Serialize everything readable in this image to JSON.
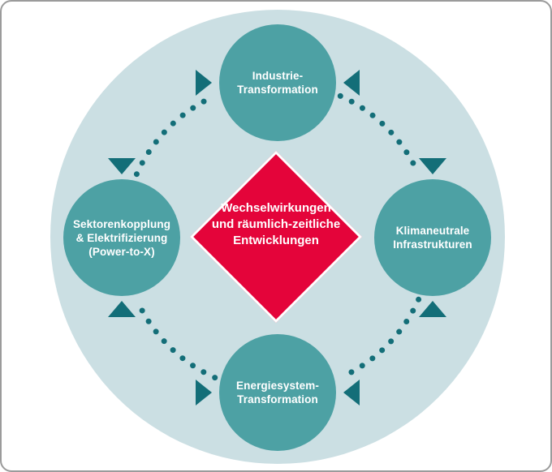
{
  "diagram": {
    "center_label": "Wechselwirkungen\nund räumlich-zeitliche\nEntwicklungen",
    "nodes": {
      "top": {
        "label": "Industrie-\nTransformation"
      },
      "right": {
        "label": "Klimaneutrale\nInfrastrukturen"
      },
      "bottom": {
        "label": "Energiesystem-\nTransformation"
      },
      "left": {
        "label": "Sektorenkopplung\n& Elektrifizierung\n(Power-to-X)"
      }
    },
    "connections": [
      {
        "from": "left",
        "to": "top",
        "bidirectional": true,
        "style": "dotted-arc"
      },
      {
        "from": "top",
        "to": "right",
        "bidirectional": true,
        "style": "dotted-arc"
      },
      {
        "from": "right",
        "to": "bottom",
        "bidirectional": true,
        "style": "dotted-arc"
      },
      {
        "from": "bottom",
        "to": "left",
        "bidirectional": true,
        "style": "dotted-arc"
      }
    ],
    "colors": {
      "node_fill": "#4DA1A4",
      "ring_fill": "#CBDFE3",
      "arrow": "#136E78",
      "diamond_fill": "#E4043A",
      "diamond_border": "#FFFFFF",
      "text": "#FFFFFF",
      "canvas_border": "#9B9B9B"
    }
  }
}
